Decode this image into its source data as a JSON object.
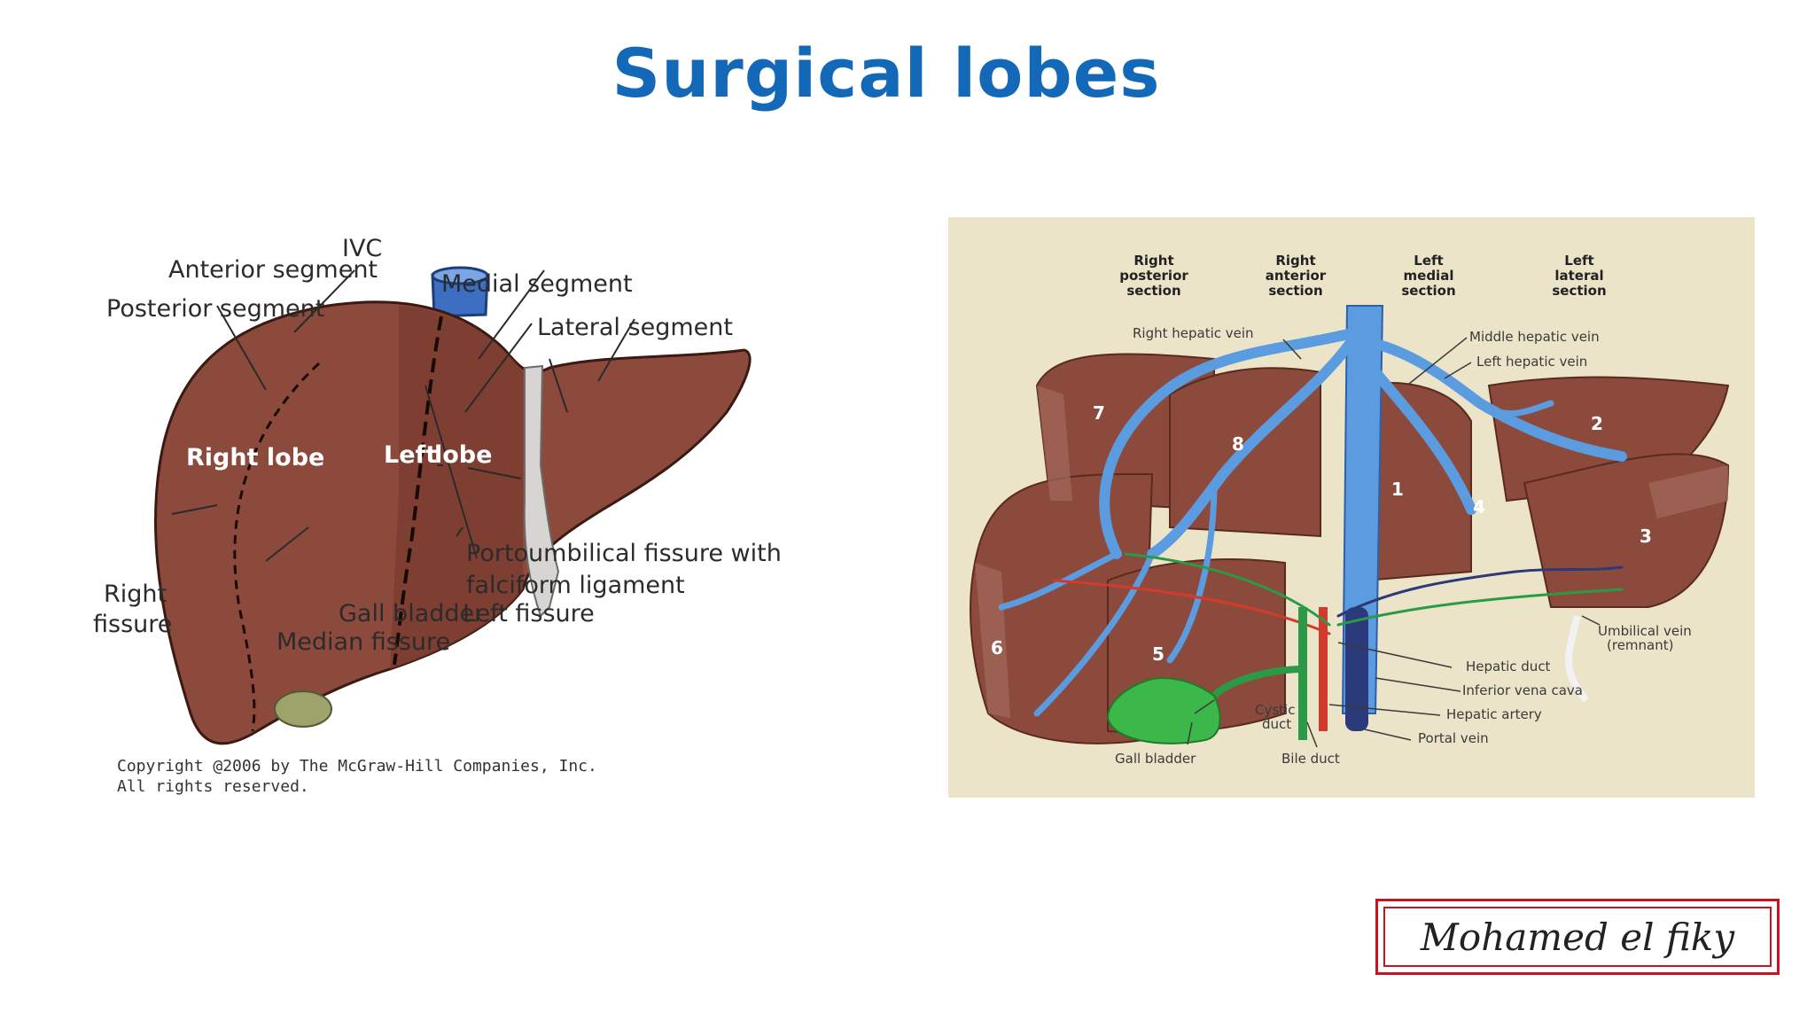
{
  "title": "Surgical lobes",
  "left_figure": {
    "labels": {
      "ivc": "IVC",
      "anterior_segment": "Anterior segment",
      "posterior_segment": "Posterior segment",
      "medial_segment": "Medial segment",
      "lateral_segment": "Lateral segment",
      "right_lobe": "Right lobe",
      "left": "Left",
      "lobe": "lobe",
      "portoumbilical_1": "Portoumbilical fissure with",
      "portoumbilical_2": "falciform ligament",
      "gall_bladder": "Gall bladder",
      "left_fissure": "Left fissure",
      "right_1": "Right",
      "right_2": "fissure",
      "median_fissure": "Median fissure"
    },
    "copyright_1": "Copyright @2006 by The McGraw-Hill Companies, Inc.",
    "copyright_2": "All rights reserved."
  },
  "right_figure": {
    "headers": {
      "rp1": "Right",
      "rp2": "posterior",
      "rp3": "section",
      "ra1": "Right",
      "ra2": "anterior",
      "ra3": "section",
      "lm1": "Left",
      "lm2": "medial",
      "lm3": "section",
      "ll1": "Left",
      "ll2": "lateral",
      "ll3": "section"
    },
    "labels": {
      "right_hepatic_vein": "Right hepatic vein",
      "middle_hepatic_vein": "Middle hepatic vein",
      "left_hepatic_vein": "Left hepatic vein",
      "umbilical_1": "Umbilical vein",
      "umbilical_2": "(remnant)",
      "hepatic_duct": "Hepatic duct",
      "ivc": "Inferior vena cava",
      "hepatic_artery": "Hepatic artery",
      "portal_vein": "Portal vein",
      "cystic_1": "Cystic",
      "cystic_2": "duct",
      "gall_bladder": "Gall bladder",
      "bile_duct": "Bile duct"
    },
    "segments": {
      "s1": "1",
      "s2": "2",
      "s3": "3",
      "s4": "4",
      "s5": "5",
      "s6": "6",
      "s7": "7",
      "s8": "8"
    }
  },
  "signature": "Mohamed el fiky",
  "colors": {
    "title": "#1369b8",
    "liver": "#8b4a3c",
    "vein": "#5b9be0",
    "signature_border": "#c8141e"
  }
}
